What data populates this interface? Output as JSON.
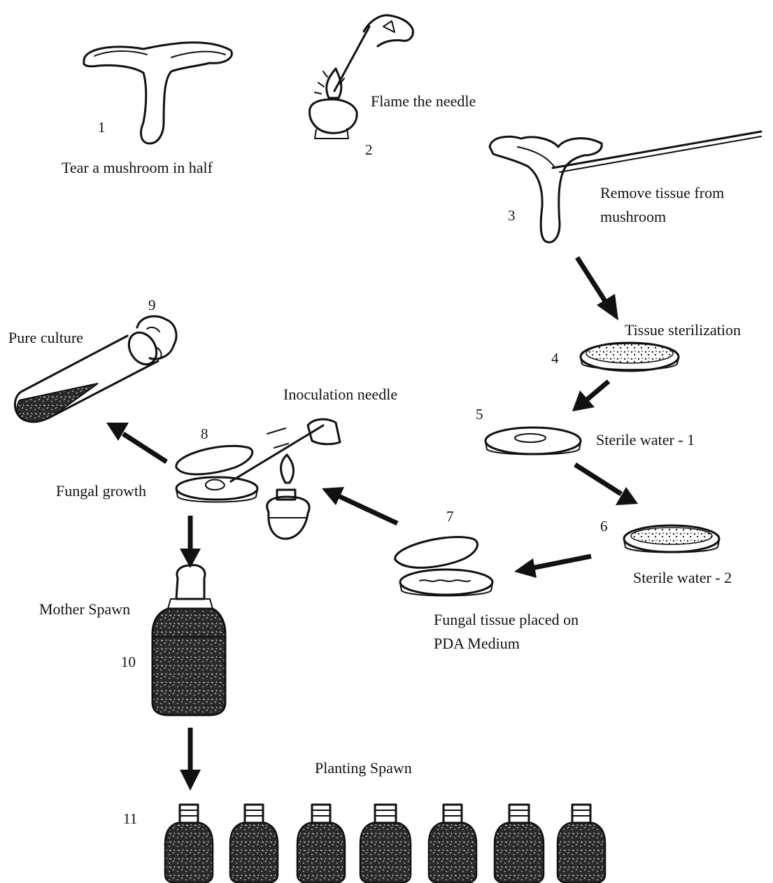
{
  "steps": [
    {
      "number": "1",
      "label": "Tear a mushroom in half"
    },
    {
      "number": "2",
      "label": "Flame the needle"
    },
    {
      "number": "3",
      "label_line1": "Remove tissue from",
      "label_line2": "mushroom"
    },
    {
      "number": "4",
      "label": "Tissue sterilization"
    },
    {
      "number": "5",
      "label": "Sterile water - 1"
    },
    {
      "number": "6",
      "label": "Sterile water - 2"
    },
    {
      "number": "7",
      "label_line1": "Fungal tissue placed on",
      "label_line2": "PDA Medium"
    },
    {
      "number": "8",
      "label": "Fungal growth",
      "tool_label": "Inoculation needle"
    },
    {
      "number": "9",
      "label": "Pure culture"
    },
    {
      "number": "10",
      "label": "Mother Spawn"
    },
    {
      "number": "11",
      "label": "Planting Spawn"
    }
  ],
  "colors": {
    "ink": "#111111",
    "background": "#ffffff"
  }
}
